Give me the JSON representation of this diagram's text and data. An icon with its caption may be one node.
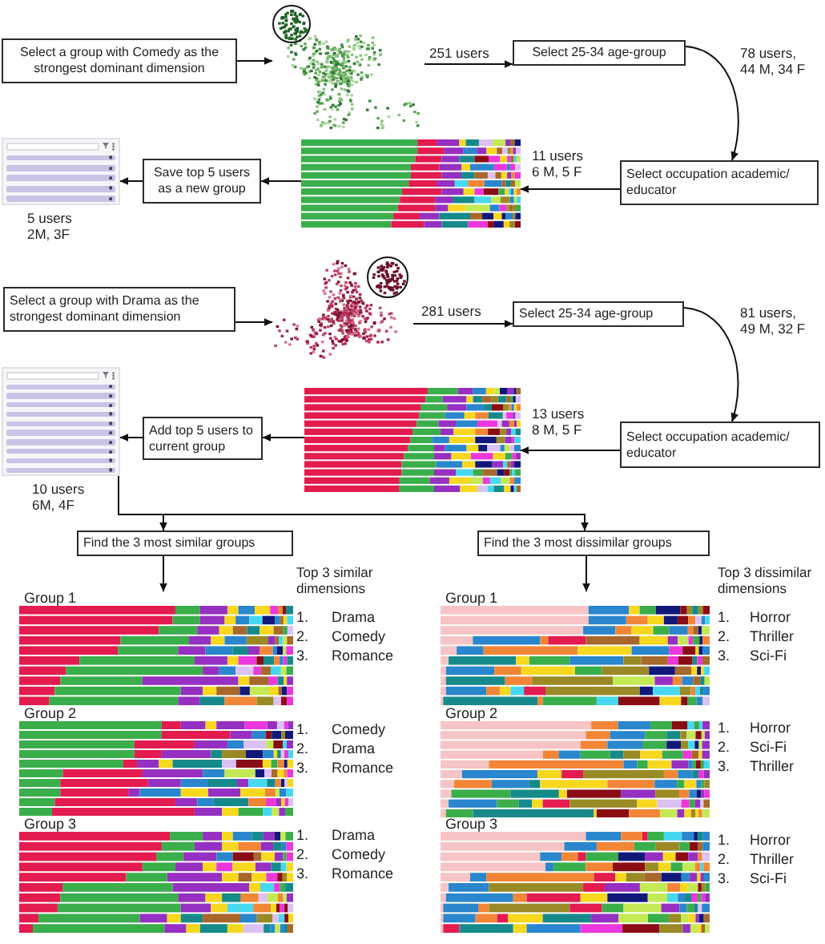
{
  "diagram": {
    "nodes": [
      {
        "text": [
          "Select a group with Comedy as the strongest dominant dimension"
        ]
      },
      {
        "text": [],
        "shape": "picture"
      },
      {
        "text": [
          "Select 25-34 age-group"
        ]
      },
      {
        "text": [
          "Select occupation academic/ educator"
        ]
      },
      {
        "text": [],
        "shape": "picture"
      },
      {
        "text": [
          "Save top 5 users as a new group"
        ]
      },
      {
        "text": [],
        "shape": "picture",
        "beside": [
          "5 users 2M, 3F"
        ]
      },
      {
        "text": [
          "Select a group with Drama as the strongest dominant dimension"
        ]
      },
      {
        "text": [],
        "shape": "picture"
      },
      {
        "text": [
          "Select 25-34 age-group"
        ]
      },
      {
        "text": [
          "Select occupation academic/ educator"
        ]
      },
      {
        "text": [],
        "shape": "picture"
      },
      {
        "text": [
          "Add top 5 users to current group"
        ]
      },
      {
        "text": [],
        "shape": "picture",
        "beside": [
          "10 users 6M, 4F"
        ]
      },
      {
        "text": [
          "Find the 3 most similar groups"
        ]
      },
      {
        "text": [
          "Find the 3 most dissimilar groups"
        ]
      },
      {
        "text": [
          "Group 1"
        ],
        "beside": [
          "1.",
          "Drama",
          "2.",
          "Comedy",
          "3.",
          "Romance"
        ]
      },
      {
        "text": [
          "Group 2"
        ],
        "beside": [
          "1.",
          "Comedy",
          "2.",
          "Drama",
          "3.",
          "Romance"
        ]
      },
      {
        "text": [
          "Group 3"
        ],
        "beside": [
          "1.",
          "Drama",
          "2.",
          "Comedy",
          "3.",
          "Romance"
        ]
      },
      {
        "text": [
          "Group 1"
        ],
        "beside": [
          "1.",
          "Horror",
          "2.",
          "Thriller",
          "3.",
          "Sci-Fi"
        ]
      },
      {
        "text": [
          "Group 2"
        ],
        "beside": [
          "1.",
          "Horror",
          "2.",
          "Sci-Fi",
          "3.",
          "Thriller"
        ]
      },
      {
        "text": [
          "Group 3"
        ],
        "beside": [
          "1.",
          "Horror",
          "2.",
          "Thriller",
          "3.",
          "Sci-Fi"
        ]
      }
    ],
    "edges": [
      {
        "from": 0,
        "to": 1,
        "arrow": "to"
      },
      {
        "from": 1,
        "to": 2,
        "arrow": "to",
        "label": "251 users"
      },
      {
        "from": 2,
        "to": 3,
        "arrow": "to",
        "label": "78 users, 44 M, 34 F"
      },
      {
        "from": 3,
        "to": 4,
        "arrow": "to",
        "label": "11 users 6 M, 5 F"
      },
      {
        "from": 4,
        "to": 5,
        "arrow": "to"
      },
      {
        "from": 5,
        "to": 6,
        "arrow": "to"
      },
      {
        "from": 7,
        "to": 8,
        "arrow": "to"
      },
      {
        "from": 8,
        "to": 9,
        "arrow": "to",
        "label": "281 users"
      },
      {
        "from": 9,
        "to": 10,
        "arrow": "to",
        "label": "81 users, 49 M, 32 F"
      },
      {
        "from": 10,
        "to": 11,
        "arrow": "to",
        "label": "13 users 8 M, 5 F"
      },
      {
        "from": 11,
        "to": 12,
        "arrow": "to"
      },
      {
        "from": 12,
        "to": 13,
        "arrow": "to"
      },
      {
        "from": 13,
        "to": 14,
        "arrow": "to"
      },
      {
        "from": 13,
        "to": 15,
        "arrow": "to"
      },
      {
        "from": 14,
        "to": 16,
        "arrow": "to"
      },
      {
        "from": 15,
        "to": 19,
        "arrow": "to"
      }
    ],
    "labels": [
      "Top 3 similar dimensions",
      "Top 3 dissimilar dimensions"
    ]
  }
}
